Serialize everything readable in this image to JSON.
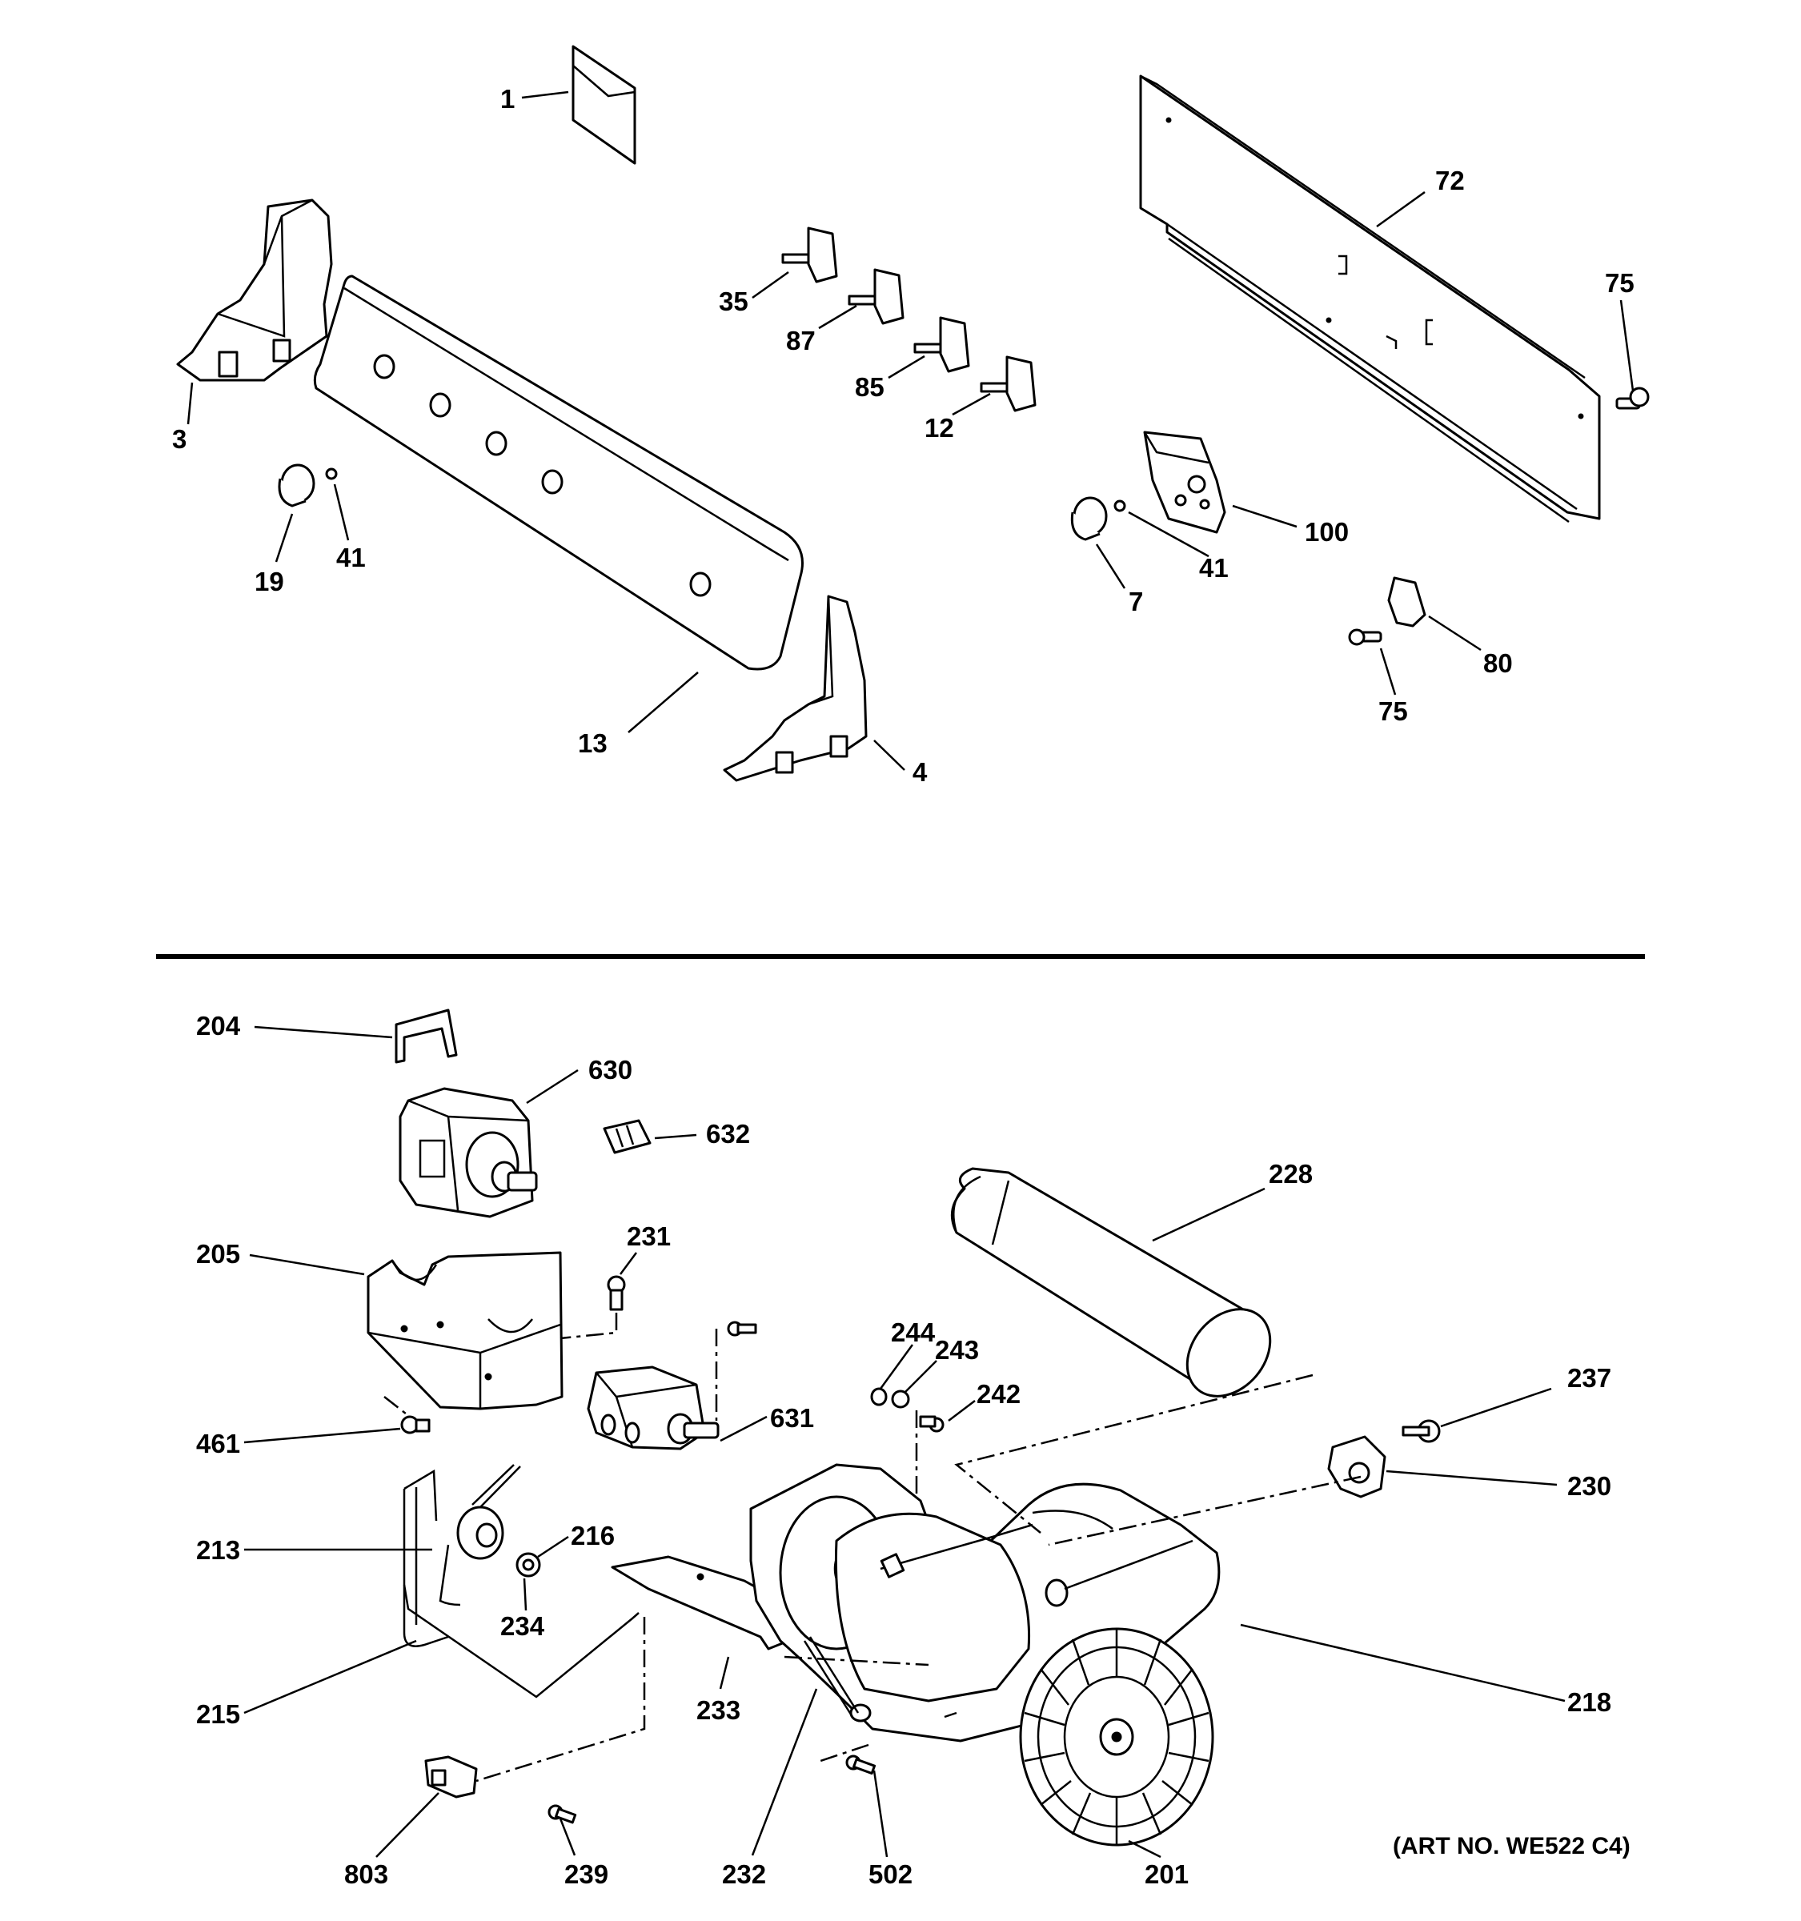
{
  "diagram": {
    "art_number": "(ART NO. WE522 C4)",
    "upper_labels": [
      "1",
      "72",
      "75",
      "35",
      "87",
      "85",
      "12",
      "3",
      "19",
      "41",
      "13",
      "4",
      "100",
      "41",
      "7",
      "80",
      "75"
    ],
    "lower_labels": [
      "204",
      "630",
      "632",
      "228",
      "205",
      "231",
      "244",
      "243",
      "242",
      "237",
      "461",
      "631",
      "230",
      "213",
      "216",
      "234",
      "215",
      "233",
      "218",
      "803",
      "239",
      "232",
      "502",
      "201"
    ]
  }
}
